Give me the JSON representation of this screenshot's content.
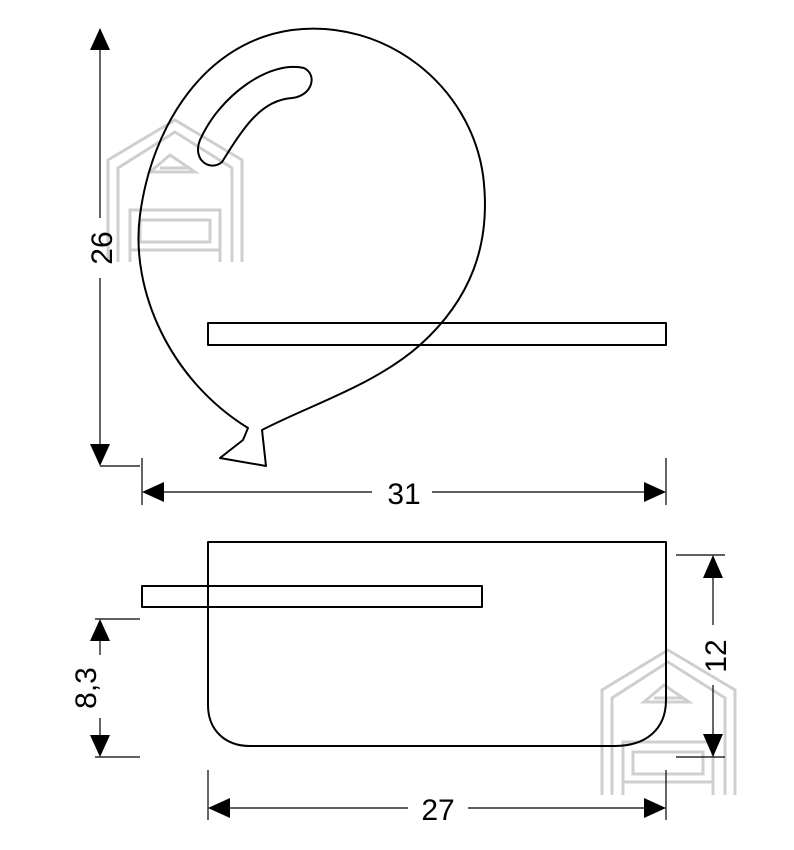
{
  "dimensions": {
    "balloon_height": "26",
    "balloon_width": "31",
    "shelf_height": "12",
    "shelf_offset": "8,3",
    "shelf_depth": "27"
  },
  "colors": {
    "line": "#000000",
    "watermark": "#cfcfcf",
    "background": "#ffffff"
  },
  "icons": {
    "watermark": "house-sofa-icon"
  }
}
